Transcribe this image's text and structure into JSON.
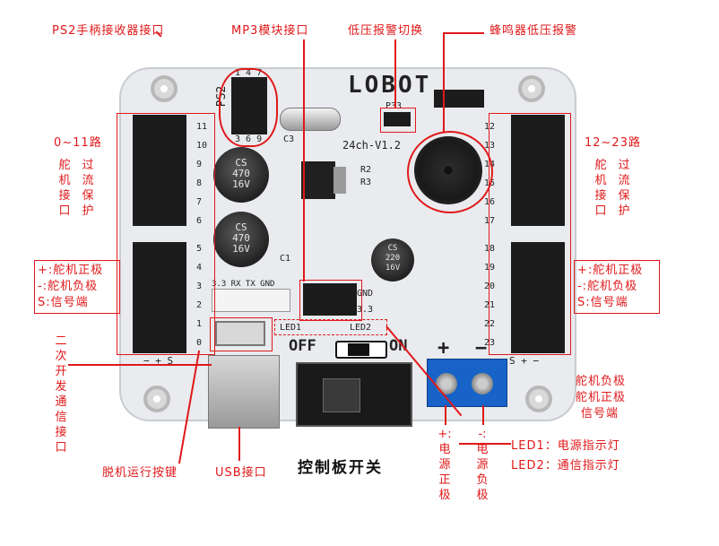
{
  "labels": {
    "ps2": "PS2手柄接收器接口",
    "mp3": "MP3模块接口",
    "low_voltage_switch": "低压报警切换",
    "buzzer": "蜂鸣器低压报警",
    "left_range": "0~11路",
    "right_range": "12~23路",
    "servo_port": "舵机接口",
    "overcurrent": "过流保护",
    "legend_plus": "+:舵机正极",
    "legend_minus": "-:舵机负极",
    "legend_signal": "S:信号端",
    "secondary_dev": "二次开发通信接口",
    "offline_button": "脱机运行按键",
    "usb_port": "USB接口",
    "board_switch": "控制板开关",
    "power_plus": "+:电源正极",
    "power_minus": "-:电源负极",
    "led1": "LED1：电源指示灯",
    "led2": "LED2：通信指示灯",
    "servo_neg": "舵机负极",
    "servo_pos": "舵机正极",
    "signal_end": "信号端"
  },
  "silkscreen": {
    "logo": "LOBOT",
    "model": "24ch-V1.2",
    "p33": "P33",
    "c3": "C3",
    "c1": "C1",
    "r2": "R2",
    "r3": "R3",
    "ps2_tag": "PS2",
    "uart": "3.3 RX TX GND",
    "gnd": "GND",
    "v33": "3.3",
    "led1": "LED1",
    "led2": "LED2",
    "off": "OFF",
    "on": "ON",
    "plus": "+",
    "minus": "−",
    "bottom_pins": "−  +  S",
    "right_pins": "S  +  −",
    "cap1": "CS\n470\n16V",
    "cap2": "CS\n470\n16V",
    "cap3": "CS\n220\n16V",
    "ps2_pins_top": "1 4 7",
    "ps2_pins_bottom": "3 6 9"
  },
  "left_channels": [
    "11",
    "10",
    "9",
    "8",
    "7",
    "6",
    "5",
    "4",
    "3",
    "2",
    "1",
    "0"
  ],
  "right_channels": [
    "12",
    "13",
    "14",
    "15",
    "16",
    "17",
    "18",
    "19",
    "20",
    "21",
    "22",
    "23"
  ],
  "colors": {
    "annotation": "#e0181a",
    "board": "#e9ebee",
    "terminal": "#1763c7"
  }
}
